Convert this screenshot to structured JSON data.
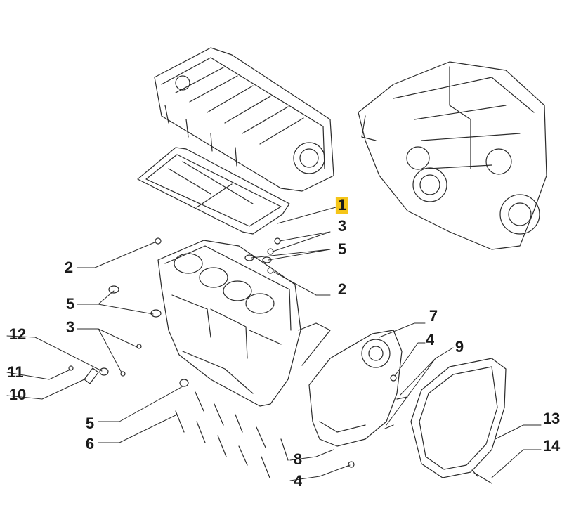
{
  "diagram": {
    "ink": "#2b2b2b",
    "highlight": "#f5c518",
    "callouts": [
      {
        "id": "c1",
        "label": "1",
        "highlight": true
      },
      {
        "id": "c3a",
        "label": "3"
      },
      {
        "id": "c5a",
        "label": "5"
      },
      {
        "id": "c2a",
        "label": "2"
      },
      {
        "id": "c2b",
        "label": "2"
      },
      {
        "id": "c5b",
        "label": "5"
      },
      {
        "id": "c3b",
        "label": "3"
      },
      {
        "id": "c12",
        "label": "12"
      },
      {
        "id": "c11",
        "label": "11"
      },
      {
        "id": "c10",
        "label": "10"
      },
      {
        "id": "c5c",
        "label": "5"
      },
      {
        "id": "c6",
        "label": "6"
      },
      {
        "id": "c7",
        "label": "7"
      },
      {
        "id": "c4a",
        "label": "4"
      },
      {
        "id": "c9",
        "label": "9"
      },
      {
        "id": "c8",
        "label": "8"
      },
      {
        "id": "c4b",
        "label": "4"
      },
      {
        "id": "c13",
        "label": "13"
      },
      {
        "id": "c14",
        "label": "14"
      }
    ]
  }
}
